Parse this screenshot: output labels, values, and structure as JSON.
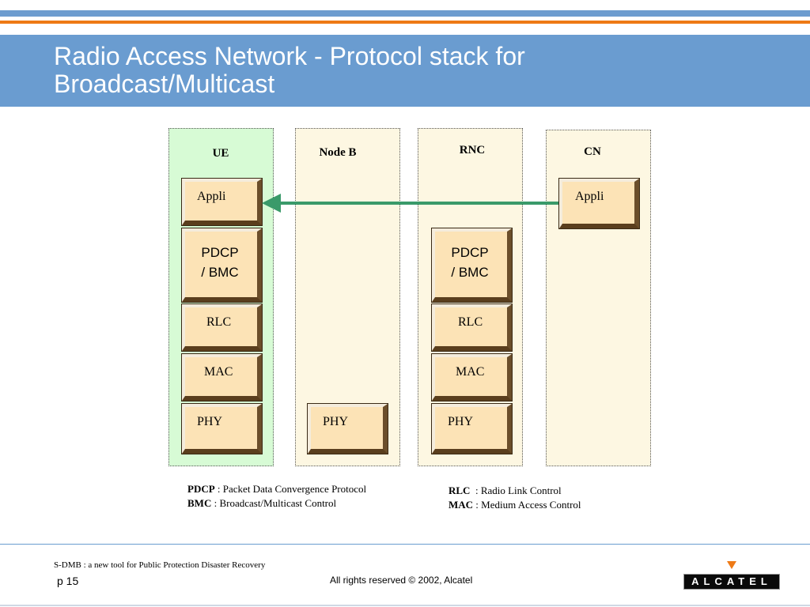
{
  "title": "Radio Access Network - Protocol stack for Broadcast/Multicast",
  "columns": {
    "ue": "UE",
    "nodeb": "Node B",
    "rnc": "RNC",
    "cn": "CN"
  },
  "blocks": {
    "ue_appli": "Appli",
    "ue_pdcp_1": "PDCP",
    "ue_pdcp_2": "/ BMC",
    "ue_rlc": "RLC",
    "ue_mac": "MAC",
    "ue_phy": "PHY",
    "nodeb_phy": "PHY",
    "rnc_pdcp_1": "PDCP",
    "rnc_pdcp_2": "/ BMC",
    "rnc_rlc": "RLC",
    "rnc_mac": "MAC",
    "rnc_phy": "PHY",
    "cn_appli": "Appli"
  },
  "legend": {
    "pdcp_term": "PDCP",
    "pdcp_def": " : Packet Data Convergence Protocol",
    "bmc_term": "BMC",
    "bmc_def": " : Broadcast/Multicast Control",
    "rlc_term": "RLC",
    "rlc_def": "  : Radio Link Control",
    "mac_term": "MAC",
    "mac_def": " : Medium Access Control"
  },
  "footer": {
    "note": "S-DMB : a new tool for Public Protection Disaster Recovery",
    "page": "p 15",
    "copyright": "All rights reserved © 2002, Alcatel",
    "logo_text": "ALCATEL"
  },
  "colors": {
    "title_bar": "#6a9cd0",
    "accent_orange": "#ee7a16",
    "arrow": "#3a9a6a",
    "ue_column": "#d7fbd5",
    "other_column": "#fdf7e2",
    "block": "#fce3b6"
  }
}
